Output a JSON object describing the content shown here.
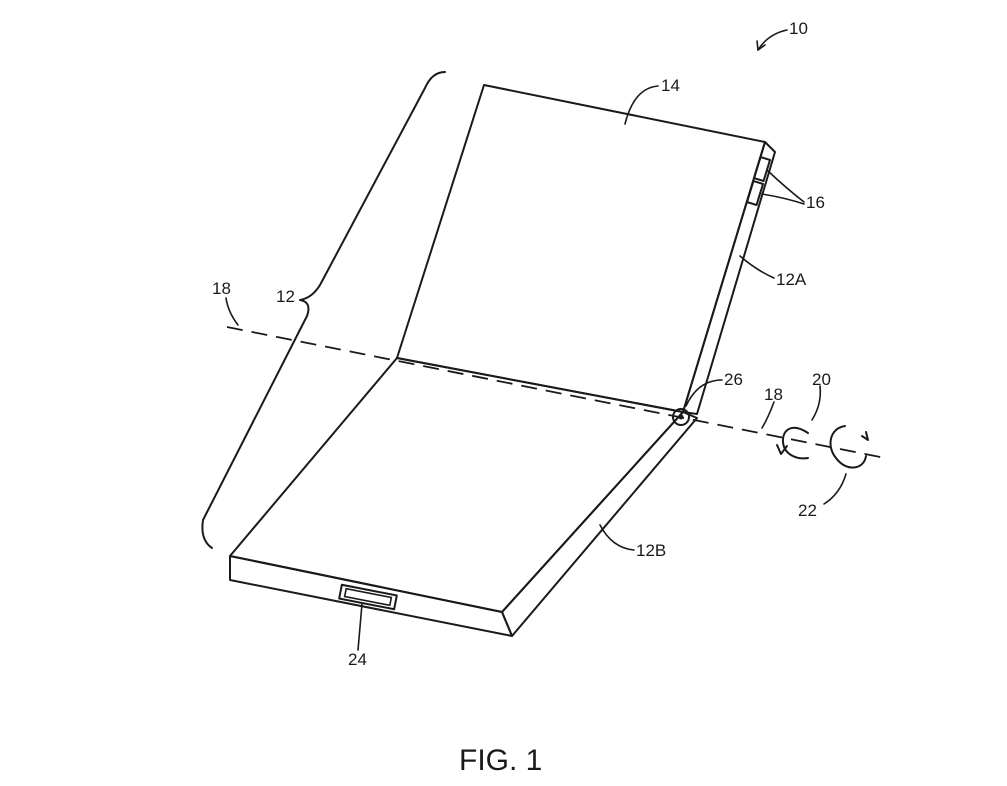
{
  "labels": {
    "device": "10",
    "device_body": "12",
    "display": "14",
    "buttons": "16",
    "axis_left": "18",
    "axis_right": "18",
    "upper_housing": "12A",
    "lower_housing": "12B",
    "rotation_a": "20",
    "rotation_b": "22",
    "port": "24",
    "hinge": "26"
  },
  "caption": "FIG. 1"
}
